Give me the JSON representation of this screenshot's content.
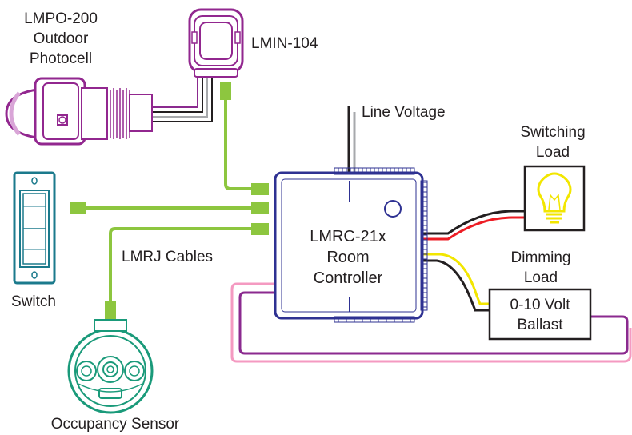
{
  "labels": {
    "photocell": [
      "LMPO-200",
      "Outdoor",
      "Photocell"
    ],
    "interface": "LMIN-104",
    "line_voltage": "Line Voltage",
    "switching_load": [
      "Switching",
      "Load"
    ],
    "dimming_load": [
      "Dimming",
      "Load"
    ],
    "controller": [
      "LMRC-21x",
      "Room",
      "Controller"
    ],
    "ballast": [
      "0-10 Volt",
      "Ballast"
    ],
    "cables": "LMRJ Cables",
    "switch": "Switch",
    "occupancy": "Occupancy Sensor"
  },
  "colors": {
    "cable_green": "#8dc63f",
    "controller_navy": "#2e3192",
    "photocell_purple": "#92278f",
    "switch_teal": "#1b7a8c",
    "sensor_green": "#1a9a7a",
    "bulb_yellow": "#f2e600",
    "wire_red": "#ed1c24",
    "wire_pink": "#f49ac1",
    "wire_purple": "#8b2a8f"
  }
}
